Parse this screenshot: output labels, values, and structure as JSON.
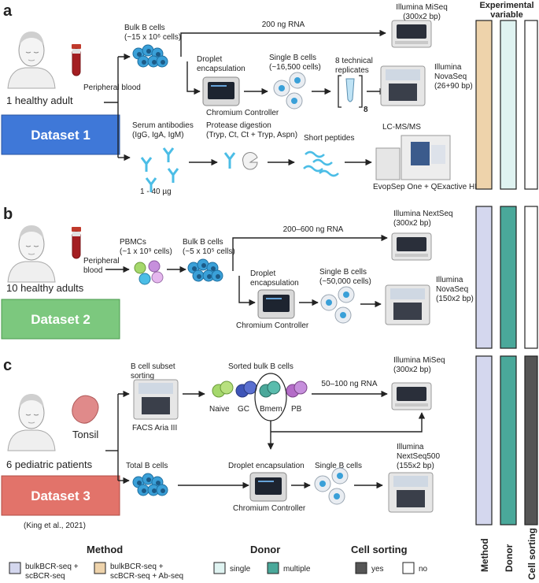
{
  "panels": {
    "a": {
      "letter": "a",
      "subject": "1 healthy adult",
      "tissue": "Peripheral blood",
      "dataset": "Dataset 1",
      "bulk": "Bulk B cells",
      "bulk_count": "(~15 x 10⁶ cells)",
      "rna": "200 ng RNA",
      "seq1_name": "Illumina MiSeq",
      "seq1_spec": "(300x2 bp)",
      "droplet": "Droplet",
      "encapsulation": "encapsulation",
      "controller": "Chromium Controller",
      "single": "Single B cells",
      "single_count": "(~16,500 cells)",
      "replicates_l1": "8 technical",
      "replicates_l2": "replicates",
      "replicate_n": "8",
      "seq2_name": "Illumina",
      "seq2_name2": "NovaSeq",
      "seq2_spec": "(26+90 bp)",
      "serum_l1": "Serum antibodies",
      "serum_l2": "(IgG, IgA, IgM)",
      "protease_l1": "Protease digestion",
      "protease_l2": "(Tryp, Ct, Ct + Tryp, Aspn)",
      "peptides": "Short peptides",
      "lcms": "LC-MS/MS",
      "amount": "1 - 40 µg",
      "ms_instrument": "EvopSep One + QExactive HF"
    },
    "b": {
      "letter": "b",
      "subject": "10 healthy adults",
      "tissue_l1": "Peripheral",
      "tissue_l2": "blood",
      "dataset": "Dataset 2",
      "pbmc": "PBMCs",
      "pbmc_count": "(~1 x 10⁹ cells)",
      "bulk": "Bulk B cells",
      "bulk_count": "(~5 x 10⁵ cells)",
      "rna": "200–600 ng RNA",
      "seq1_name": "Illumina NextSeq",
      "seq1_spec": "(300x2 bp)",
      "droplet": "Droplet",
      "encapsulation": "encapsulation",
      "controller": "Chromium Controller",
      "single": "Single B cells",
      "single_count": "(~50,000 cells)",
      "seq2_name": "Illumina",
      "seq2_name2": "NovaSeq",
      "seq2_spec": "(150x2 bp)"
    },
    "c": {
      "letter": "c",
      "subject": "6 pediatric patients",
      "tissue": "Tonsil",
      "dataset": "Dataset 3",
      "citation": "(King et al., 2021)",
      "subset_l1": "B cell subset",
      "subset_l2": "sorting",
      "facs": "FACS Aria III",
      "sorted": "Sorted bulk B cells",
      "naive": "Naive",
      "gc": "GC",
      "bmem": "Bmem",
      "pb": "PB",
      "rna": "50–100 ng RNA",
      "seq1_name": "Illumina MiSeq",
      "seq1_spec": "(300x2 bp)",
      "total": "Total B cells",
      "droplet": "Droplet encapsulation",
      "controller": "Chromium Controller",
      "single": "Single B cells",
      "seq2_name": "Illumina",
      "seq2_name2": "NextSeq500",
      "seq2_spec": "(155x2 bp)"
    }
  },
  "experimental": {
    "header_l1": "Experimental",
    "header_l2": "variable",
    "columns": [
      "Method",
      "Donor",
      "Cell sorting"
    ]
  },
  "legend": {
    "method_title": "Method",
    "method_item1_l1": "bulkBCR-seq +",
    "method_item1_l2": "scBCR-seq",
    "method_item2_l1": "bulkBCR-seq +",
    "method_item2_l2": "scBCR-seq + Ab-seq",
    "donor_title": "Donor",
    "donor_item1": "single",
    "donor_item2": "multiple",
    "sorting_title": "Cell sorting",
    "sorting_item1": "yes",
    "sorting_item2": "no"
  },
  "colors": {
    "dataset1": "#3f78d8",
    "dataset2": "#7cc87e",
    "dataset3": "#e2736a",
    "method_combo": "#d4d7ee",
    "method_abseq": "#eed3ab",
    "donor_single": "#dff3f1",
    "donor_multiple": "#4aa89a",
    "sorting_yes": "#555555",
    "sorting_no": "#ffffff",
    "bcell": "#3aa0d8",
    "blood": "#b22222"
  }
}
